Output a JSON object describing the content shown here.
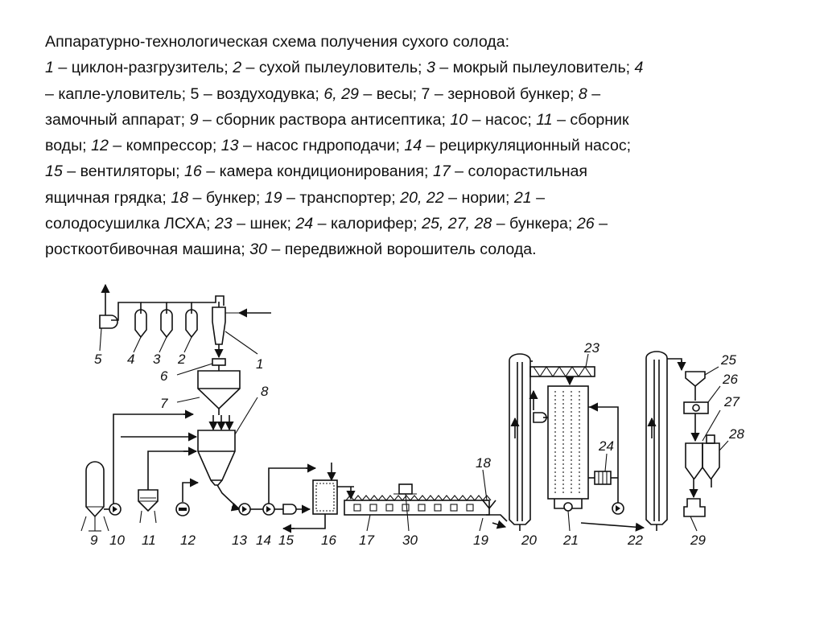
{
  "caption": {
    "lines": [
      [
        {
          "t": "Аппаратурно-технологическая схема получения сухого солода:",
          "i": false
        }
      ],
      [
        {
          "t": "1",
          "i": true
        },
        {
          "t": " – циклон-разгрузитель; ",
          "i": false
        },
        {
          "t": "2",
          "i": true
        },
        {
          "t": " – сухой пылеуловитель; ",
          "i": false
        },
        {
          "t": "3",
          "i": true
        },
        {
          "t": " – мокрый пылеуловитель; ",
          "i": false
        },
        {
          "t": "4",
          "i": true
        }
      ],
      [
        {
          "t": "– капле-уловитель; 5 – воздуходувка; ",
          "i": false
        },
        {
          "t": "6, 29",
          "i": true
        },
        {
          "t": " – весы; 7 – зерновой бункер; ",
          "i": false
        },
        {
          "t": "8",
          "i": true
        },
        {
          "t": " –",
          "i": false
        }
      ],
      [
        {
          "t": "замочный аппарат; ",
          "i": false
        },
        {
          "t": "9",
          "i": true
        },
        {
          "t": " – сборник раствора антисептика; ",
          "i": false
        },
        {
          "t": "10",
          "i": true
        },
        {
          "t": " – насос; ",
          "i": false
        },
        {
          "t": "11",
          "i": true
        },
        {
          "t": " – сборник",
          "i": false
        }
      ],
      [
        {
          "t": "воды; ",
          "i": false
        },
        {
          "t": "12",
          "i": true
        },
        {
          "t": " – компрессор; ",
          "i": false
        },
        {
          "t": "13",
          "i": true
        },
        {
          "t": " – насос гндроподачи; ",
          "i": false
        },
        {
          "t": "14",
          "i": true
        },
        {
          "t": " – рециркуляционный насос;",
          "i": false
        }
      ],
      [
        {
          "t": "15",
          "i": true
        },
        {
          "t": " – вентиляторы; ",
          "i": false
        },
        {
          "t": "16",
          "i": true
        },
        {
          "t": " – камера кондиционирования; ",
          "i": false
        },
        {
          "t": "17",
          "i": true
        },
        {
          "t": " – солорастильная",
          "i": false
        }
      ],
      [
        {
          "t": "ящичная грядка; ",
          "i": false
        },
        {
          "t": "18",
          "i": true
        },
        {
          "t": " – бункер; ",
          "i": false
        },
        {
          "t": "19",
          "i": true
        },
        {
          "t": " – транспортер; ",
          "i": false
        },
        {
          "t": "20, 22",
          "i": true
        },
        {
          "t": " – нории; ",
          "i": false
        },
        {
          "t": "21",
          "i": true
        },
        {
          "t": " –",
          "i": false
        }
      ],
      [
        {
          "t": "солодосушилка ЛСХА; ",
          "i": false
        },
        {
          "t": "23",
          "i": true
        },
        {
          "t": " – шнек; ",
          "i": false
        },
        {
          "t": "24",
          "i": true
        },
        {
          "t": " – калорифер; ",
          "i": false
        },
        {
          "t": "25, 27, 28",
          "i": true
        },
        {
          "t": " – бункера; ",
          "i": false
        },
        {
          "t": "26",
          "i": true
        },
        {
          "t": " –",
          "i": false
        }
      ],
      [
        {
          "t": "росткоотбивочная машина; ",
          "i": false
        },
        {
          "t": "30",
          "i": true
        },
        {
          "t": " – передвижной ворошитель солода.",
          "i": false
        }
      ]
    ]
  },
  "diagram": {
    "labels": {
      "l1": "1",
      "l2": "2",
      "l3": "3",
      "l4": "4",
      "l5": "5",
      "l6": "6",
      "l7": "7",
      "l8": "8",
      "l9": "9",
      "l10": "10",
      "l11": "11",
      "l12": "12",
      "l13": "13",
      "l14": "14",
      "l15": "15",
      "l16": "16",
      "l17": "17",
      "l18": "18",
      "l19": "19",
      "l20": "20",
      "l21": "21",
      "l22": "22",
      "l23": "23",
      "l24": "24",
      "l25": "25",
      "l26": "26",
      "l27": "27",
      "l28": "28",
      "l29": "29",
      "l30": "30"
    }
  }
}
